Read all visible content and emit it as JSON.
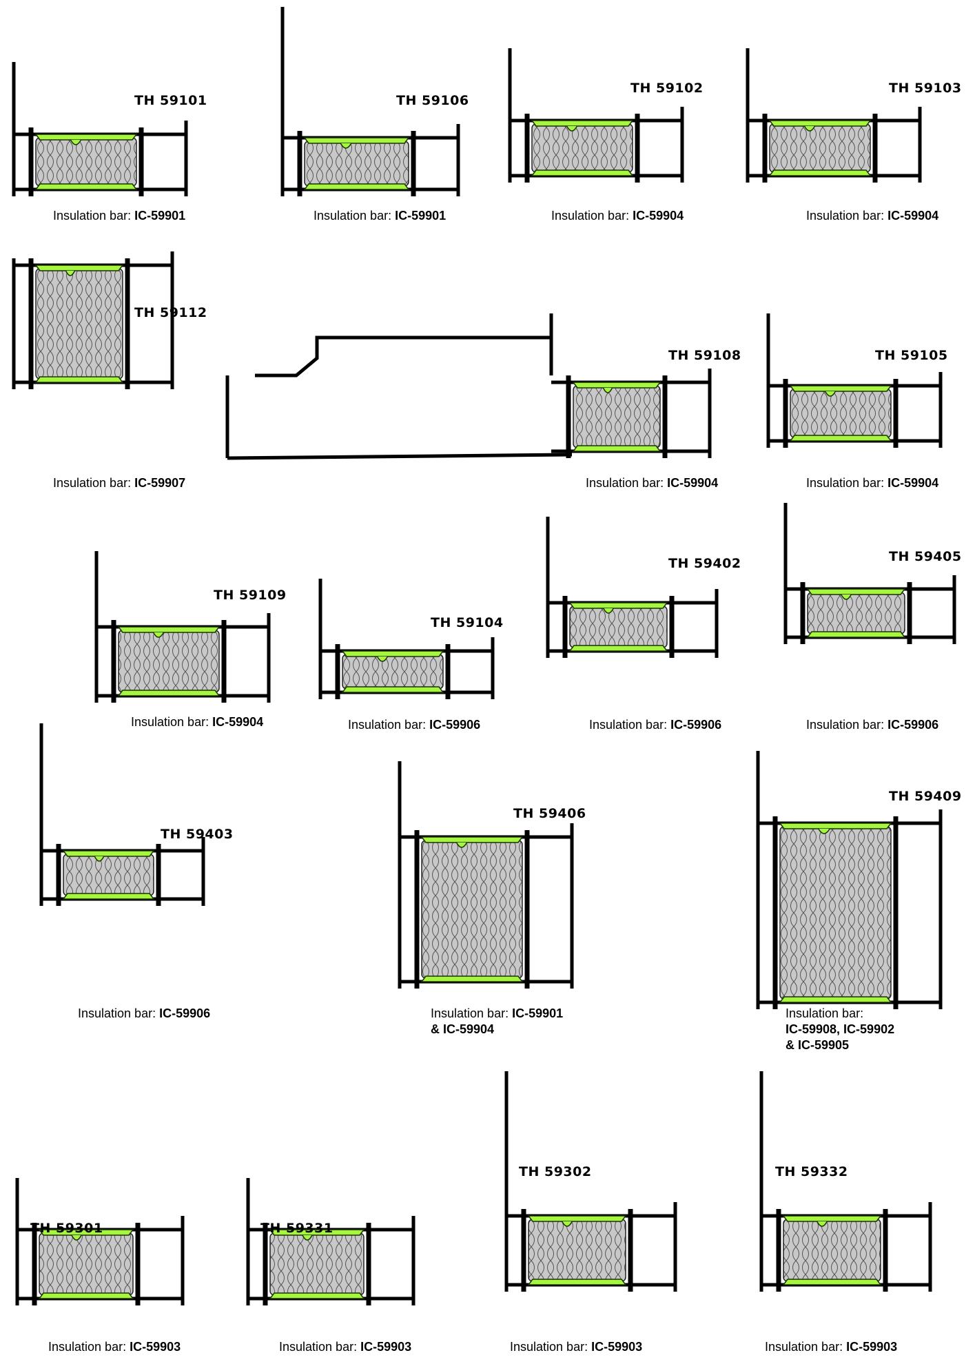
{
  "caption_label": "Insulation bar:",
  "colors": {
    "insulation_bar": "#a6f542",
    "insulation_bar_outline": "#1a3300",
    "foam": "#c8c8c8",
    "frame": "#000000"
  },
  "profiles": [
    {
      "code": "TH 59101",
      "bar": "IC-59901"
    },
    {
      "code": "TH 59106",
      "bar": "IC-59901"
    },
    {
      "code": "TH 59102",
      "bar": "IC-59904"
    },
    {
      "code": "TH 59103",
      "bar": "IC-59904"
    },
    {
      "code": "TH 59112",
      "bar": "IC-59907"
    },
    {
      "code": "TH 59108",
      "bar": "IC-59904"
    },
    {
      "code": "TH 59105",
      "bar": "IC-59904"
    },
    {
      "code": "TH 59109",
      "bar": "IC-59904"
    },
    {
      "code": "TH 59104",
      "bar": "IC-59906"
    },
    {
      "code": "TH 59402",
      "bar": "IC-59906"
    },
    {
      "code": "TH 59405",
      "bar": "IC-59906"
    },
    {
      "code": "TH 59403",
      "bar": "IC-59906"
    },
    {
      "code": "TH 59406",
      "bar": "IC-59901",
      "bar2": "& IC-59904"
    },
    {
      "code": "TH 59409",
      "bar": "IC-59908, IC-59902",
      "bar2": "& IC-59905"
    },
    {
      "code": "TH 59301",
      "bar": "IC-59903"
    },
    {
      "code": "TH 59331",
      "bar": "IC-59903"
    },
    {
      "code": "TH 59302",
      "bar": "IC-59903"
    },
    {
      "code": "TH 59332",
      "bar": "IC-59903"
    }
  ]
}
